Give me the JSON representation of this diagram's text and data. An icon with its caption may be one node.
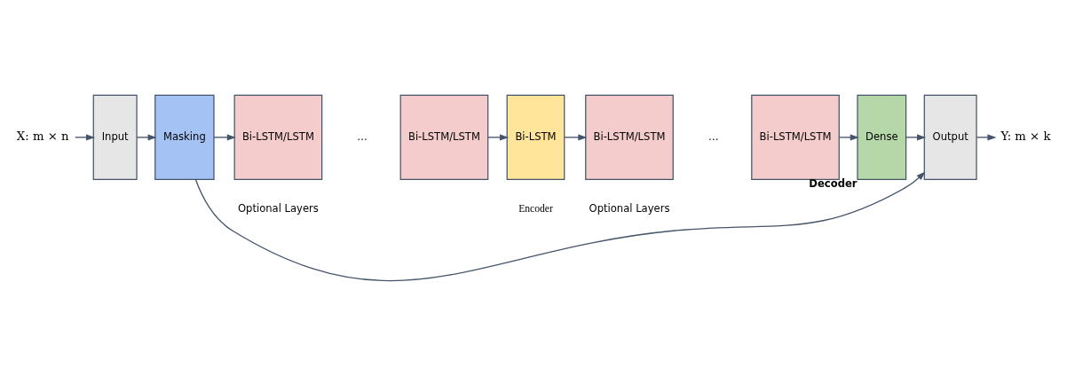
{
  "diagram": {
    "nodes": [
      {
        "text": [
          "X: m × n"
        ]
      },
      {
        "text": [
          "Input"
        ]
      },
      {
        "text": [
          "Masking"
        ]
      },
      {
        "text": [
          "Bi-LSTM/LSTM"
        ]
      },
      {
        "text": [
          "Bi-LSTM/LSTM"
        ]
      },
      {
        "text": [
          "Bi-LSTM"
        ]
      },
      {
        "text": [
          "Bi-LSTM/LSTM"
        ]
      },
      {
        "text": [
          "Bi-LSTM/LSTM"
        ]
      },
      {
        "text": [
          "Dense"
        ],
        "beside": [
          "Decoder"
        ]
      },
      {
        "text": [
          "Output"
        ]
      },
      {
        "text": [
          "Y: m × k"
        ]
      }
    ],
    "edges": [
      {
        "from": 0,
        "to": 1,
        "arrow": "to"
      },
      {
        "from": 1,
        "to": 2,
        "arrow": "to"
      },
      {
        "from": 2,
        "to": 3,
        "arrow": "to"
      },
      {
        "from": 4,
        "to": 5,
        "arrow": "to"
      },
      {
        "from": 5,
        "to": 6,
        "arrow": "to"
      },
      {
        "from": 7,
        "to": 8,
        "arrow": "to"
      },
      {
        "from": 8,
        "to": 9,
        "arrow": "to"
      },
      {
        "from": 2,
        "to": 9,
        "arrow": "to"
      },
      {
        "from": 9,
        "to": 10,
        "arrow": "to"
      }
    ],
    "labels": [
      "…",
      "…",
      "Optional Layers",
      "Optional Layers",
      "Encoder"
    ]
  }
}
